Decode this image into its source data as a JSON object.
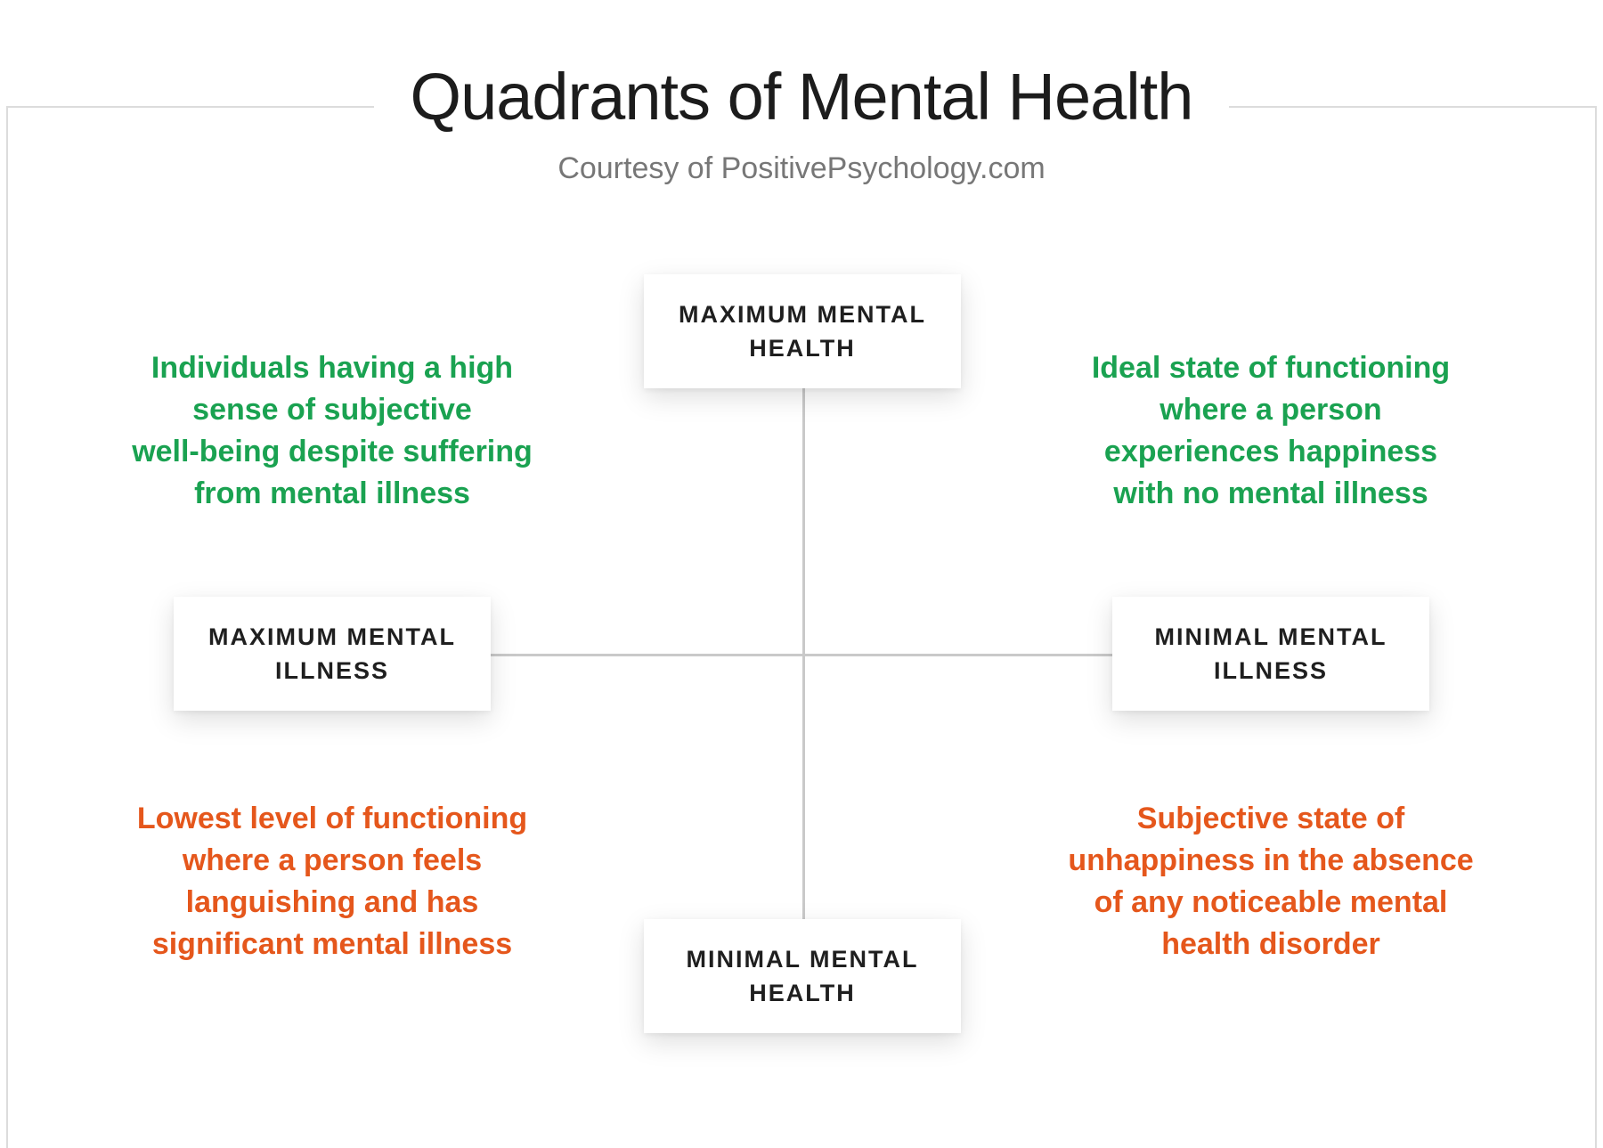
{
  "title": "Quadrants of Mental Health",
  "subtitle": "Courtesy of PositivePsychology.com",
  "axes": {
    "top": "MAXIMUM MENTAL\nHEALTH",
    "bottom": "MINIMAL MENTAL\nHEALTH",
    "left": "MAXIMUM MENTAL\nILLNESS",
    "right": "MINIMAL MENTAL\nILLNESS"
  },
  "quadrants": {
    "top_left": "Individuals having a high\nsense of subjective\nwell-being despite suffering\nfrom mental illness",
    "top_right": "Ideal state of functioning\nwhere a person\nexperiences happiness\nwith no mental illness",
    "bottom_left": "Lowest level of functioning\nwhere a person feels\nlanguishing and has\nsignificant mental illness",
    "bottom_right": "Subjective state of\nunhappiness in the absence\nof any noticeable mental\nhealth disorder"
  },
  "colors": {
    "positive": "#1aa251",
    "negative": "#e5571c",
    "axis": "#c9c9c9",
    "frame": "#dcdcdc"
  }
}
